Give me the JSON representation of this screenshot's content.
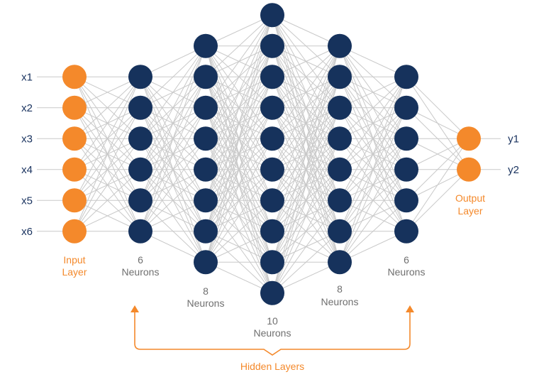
{
  "colors": {
    "input_node": "#f4892b",
    "hidden_node": "#16325c",
    "output_node": "#f4892b",
    "connection": "#c9c9c9",
    "accent": "#f4892b",
    "label_text": "#1b3460",
    "caption_text": "#6f6f6f"
  },
  "layers": [
    {
      "kind": "input",
      "neurons": 6
    },
    {
      "kind": "hidden",
      "neurons": 6
    },
    {
      "kind": "hidden",
      "neurons": 8
    },
    {
      "kind": "hidden",
      "neurons": 10
    },
    {
      "kind": "hidden",
      "neurons": 8
    },
    {
      "kind": "hidden",
      "neurons": 6
    },
    {
      "kind": "output",
      "neurons": 2
    }
  ],
  "inputs": [
    "x1",
    "x2",
    "x3",
    "x4",
    "x5",
    "x6"
  ],
  "outputs": [
    "y1",
    "y2"
  ],
  "captions": {
    "input_layer": [
      "Input",
      "Layer"
    ],
    "output_layer": [
      "Output",
      "Layer"
    ],
    "hidden1": [
      "6",
      "Neurons"
    ],
    "hidden2": [
      "8",
      "Neurons"
    ],
    "hidden3": [
      "10",
      "Neurons"
    ],
    "hidden4": [
      "8",
      "Neurons"
    ],
    "hidden5": [
      "6",
      "Neurons"
    ],
    "hidden_layers": "Hidden Layers"
  }
}
